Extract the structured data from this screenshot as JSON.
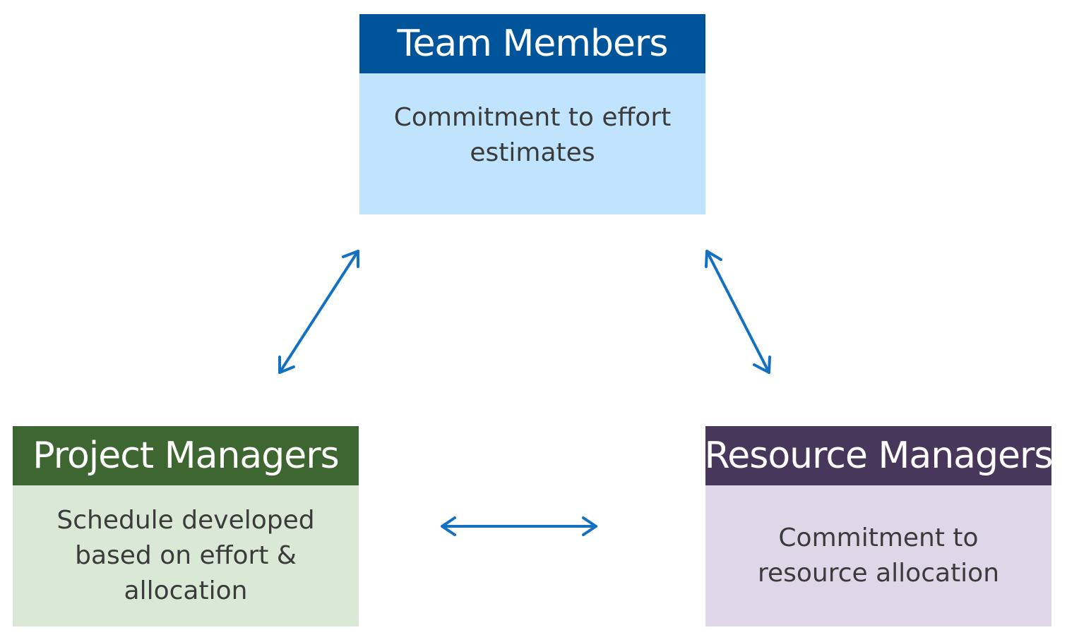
{
  "colors": {
    "team_header": "#00549A",
    "team_body": "#C0E4FE",
    "pm_header": "#3D6631",
    "pm_body": "#DAE9D6",
    "rm_header": "#47375A",
    "rm_body": "#DED7E8",
    "arrow": "#1470C0"
  },
  "team_members": {
    "title": "Team Members",
    "description": "Commitment to effort estimates"
  },
  "project_managers": {
    "title": "Project Managers",
    "description": "Schedule developed based on effort & allocation"
  },
  "resource_managers": {
    "title": "Resource Managers",
    "description": "Commitment to resource allocation"
  },
  "connections": [
    {
      "from": "Team Members",
      "to": "Project Managers",
      "direction": "bidirectional"
    },
    {
      "from": "Team Members",
      "to": "Resource Managers",
      "direction": "bidirectional"
    },
    {
      "from": "Project Managers",
      "to": "Resource Managers",
      "direction": "bidirectional"
    }
  ]
}
